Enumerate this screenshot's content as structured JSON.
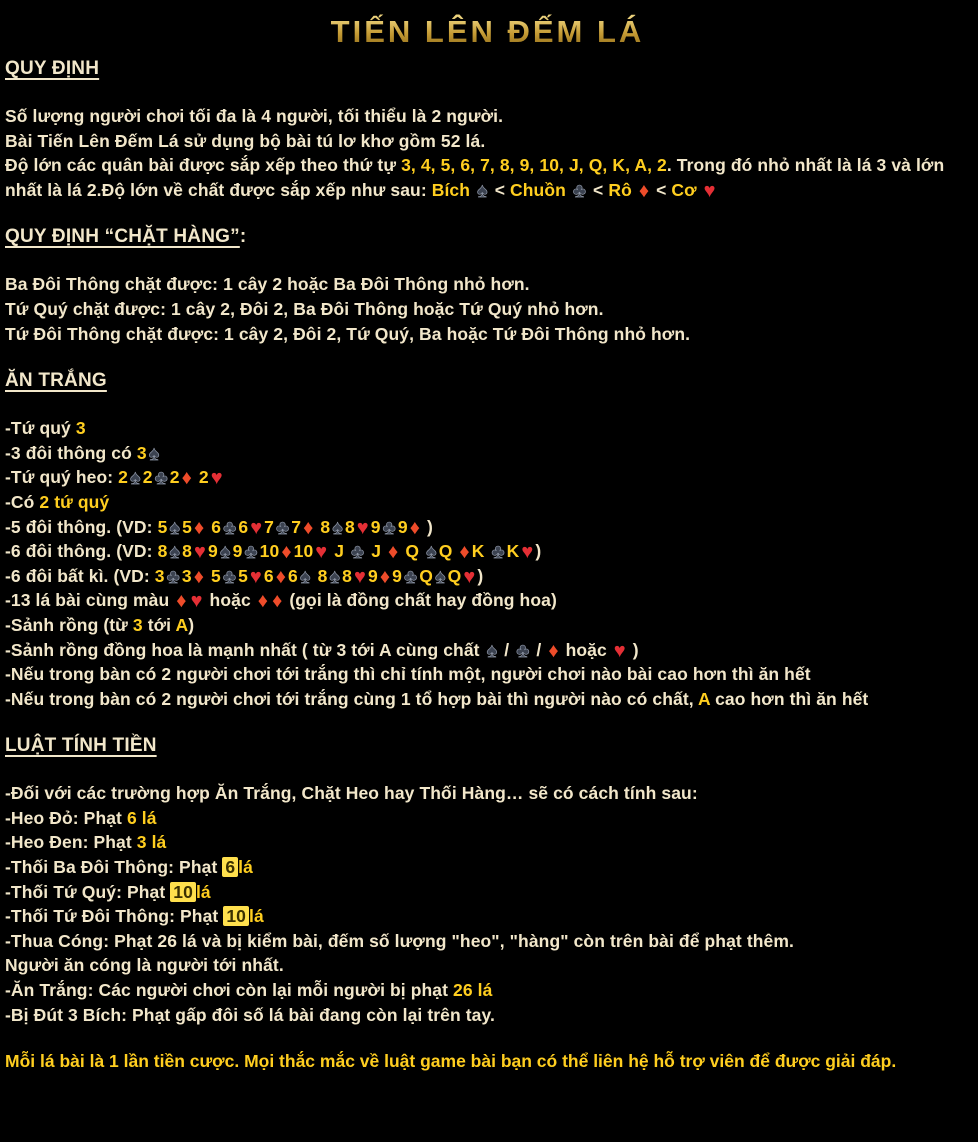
{
  "title": "TIẾN LÊN ĐẾM LÁ",
  "colors": {
    "background": "#000000",
    "body_text": "#f2e7ca",
    "accent_yellow": "#ffce1f",
    "title_gold": "#c9992b",
    "suit_red": "#e42f35",
    "suit_orange_red": "#ee4c2a",
    "suit_black": "#3b4250",
    "highlight_bg": "#ffe04d"
  },
  "icons": {
    "spade": "♠",
    "club": "♣",
    "heart": "♥",
    "diamond": "♦"
  },
  "sections": [
    {
      "id": "quy-dinh",
      "heading": "QUY ĐỊNH",
      "heading_suffix": "",
      "lines": [
        [
          {
            "t": "Số lượng người chơi tối đa là 4 người, tối thiểu là 2 người.",
            "s": "n"
          }
        ],
        [
          {
            "t": "Bài Tiến Lên Đếm Lá sử dụng bộ bài tú lơ khơ gồm 52 lá.",
            "s": "n"
          }
        ],
        [
          {
            "t": "Độ lớn các quân bài được sắp xếp theo thứ tự ",
            "s": "n"
          },
          {
            "t": "3, 4, 5, 6, 7, 8, 9, 10, J, Q, K, A, 2",
            "s": "y"
          },
          {
            "t": ". Trong đó nhỏ nhất là lá 3 và lớn nhất là lá 2.Độ lớn về chất được sắp xếp như sau: ",
            "s": "n"
          },
          {
            "t": "Bích ",
            "s": "y"
          },
          {
            "s": "spade"
          },
          {
            "t": " < ",
            "s": "n"
          },
          {
            "t": "Chuồn ",
            "s": "y"
          },
          {
            "s": "club"
          },
          {
            "t": " < ",
            "s": "n"
          },
          {
            "t": "Rô ",
            "s": "y"
          },
          {
            "s": "diamond"
          },
          {
            "t": " < ",
            "s": "n"
          },
          {
            "t": "Cơ ",
            "s": "y"
          },
          {
            "s": "heart"
          }
        ]
      ]
    },
    {
      "id": "chat-hang",
      "heading": "QUY ĐỊNH “CHẶT HÀNG”",
      "heading_suffix": ":",
      "lines": [
        [
          {
            "t": "Ba Đôi Thông chặt được: 1 cây 2 hoặc Ba Đôi Thông nhỏ hơn.",
            "s": "n"
          }
        ],
        [
          {
            "t": "Tứ Quý chặt được: 1 cây 2, Đôi 2, Ba Đôi Thông hoặc Tứ Quý nhỏ hơn.",
            "s": "n"
          }
        ],
        [
          {
            "t": "Tứ Đôi Thông chặt được: 1 cây 2, Đôi 2, Tứ Quý, Ba hoặc Tứ Đôi Thông nhỏ hơn.",
            "s": "n"
          }
        ]
      ]
    },
    {
      "id": "an-trang",
      "heading": "ĂN TRẮNG",
      "heading_suffix": "",
      "lines": [
        [
          {
            "t": "-Tứ quý ",
            "s": "n"
          },
          {
            "t": "3",
            "s": "y"
          }
        ],
        [
          {
            "t": "-3 đôi thông có ",
            "s": "n"
          },
          {
            "t": "3",
            "s": "y"
          },
          {
            "s": "spade"
          }
        ],
        [
          {
            "t": "-Tứ quý heo: ",
            "s": "n"
          },
          {
            "t": "2",
            "s": "y"
          },
          {
            "s": "spade"
          },
          {
            "t": "2",
            "s": "y"
          },
          {
            "s": "club"
          },
          {
            "t": "2",
            "s": "y"
          },
          {
            "s": "diamond"
          },
          {
            "t": " 2",
            "s": "y"
          },
          {
            "s": "heart"
          }
        ],
        [
          {
            "t": "-Có ",
            "s": "n"
          },
          {
            "t": "2 tứ quý",
            "s": "y"
          }
        ],
        [
          {
            "t": "-5 đôi thông. (VD: ",
            "s": "n"
          },
          {
            "t": "5",
            "s": "y"
          },
          {
            "s": "spade"
          },
          {
            "t": "5",
            "s": "y"
          },
          {
            "s": "diamond"
          },
          {
            "t": " 6",
            "s": "y"
          },
          {
            "s": "club"
          },
          {
            "t": "6",
            "s": "y"
          },
          {
            "s": "heart"
          },
          {
            "t": "7",
            "s": "y"
          },
          {
            "s": "club"
          },
          {
            "t": "7",
            "s": "y"
          },
          {
            "s": "diamond"
          },
          {
            "t": " 8",
            "s": "y"
          },
          {
            "s": "spade"
          },
          {
            "t": "8",
            "s": "y"
          },
          {
            "s": "heart"
          },
          {
            "t": "9",
            "s": "y"
          },
          {
            "s": "club"
          },
          {
            "t": "9",
            "s": "y"
          },
          {
            "s": "diamond"
          },
          {
            "t": " )",
            "s": "n"
          }
        ],
        [
          {
            "t": "-6 đôi thông. (VD: ",
            "s": "n"
          },
          {
            "t": "8",
            "s": "y"
          },
          {
            "s": "spade"
          },
          {
            "t": "8",
            "s": "y"
          },
          {
            "s": "heart"
          },
          {
            "t": "9",
            "s": "y"
          },
          {
            "s": "spade"
          },
          {
            "t": "9",
            "s": "y"
          },
          {
            "s": "club"
          },
          {
            "t": "10",
            "s": "y"
          },
          {
            "s": "diamond"
          },
          {
            "t": "10",
            "s": "y"
          },
          {
            "s": "heart"
          },
          {
            "t": " J ",
            "s": "y"
          },
          {
            "s": "club"
          },
          {
            "t": " J ",
            "s": "y"
          },
          {
            "s": "diamond"
          },
          {
            "t": " Q ",
            "s": "y"
          },
          {
            "s": "spade"
          },
          {
            "t": "Q ",
            "s": "y"
          },
          {
            "s": "diamond"
          },
          {
            "t": "K ",
            "s": "y"
          },
          {
            "s": "club"
          },
          {
            "t": "K",
            "s": "y"
          },
          {
            "s": "heart"
          },
          {
            "t": ")",
            "s": "n"
          }
        ],
        [
          {
            "t": "-6 đôi bất kì. (VD:  ",
            "s": "n"
          },
          {
            "t": "3",
            "s": "y"
          },
          {
            "s": "club"
          },
          {
            "t": "3",
            "s": "y"
          },
          {
            "s": "diamond"
          },
          {
            "t": " 5",
            "s": "y"
          },
          {
            "s": "club"
          },
          {
            "t": "5",
            "s": "y"
          },
          {
            "s": "heart"
          },
          {
            "t": "6",
            "s": "y"
          },
          {
            "s": "diamond"
          },
          {
            "t": "6",
            "s": "y"
          },
          {
            "s": "spade"
          },
          {
            "t": " 8",
            "s": "y"
          },
          {
            "s": "spade"
          },
          {
            "t": "8",
            "s": "y"
          },
          {
            "s": "heart"
          },
          {
            "t": "9",
            "s": "y"
          },
          {
            "s": "diamond"
          },
          {
            "t": "9",
            "s": "y"
          },
          {
            "s": "club"
          },
          {
            "t": "Q",
            "s": "y"
          },
          {
            "s": "spade"
          },
          {
            "t": "Q",
            "s": "y"
          },
          {
            "s": "heart"
          },
          {
            "t": ")",
            "s": "n"
          }
        ],
        [
          {
            "t": "-13 lá bài cùng màu ",
            "s": "n"
          },
          {
            "s": "diamond"
          },
          {
            "s": "heart"
          },
          {
            "t": " hoặc ",
            "s": "n"
          },
          {
            "s": "diamond"
          },
          {
            "s": "diamond"
          },
          {
            "t": " (gọi là đồng chất hay đồng hoa)",
            "s": "n"
          }
        ],
        [
          {
            "t": "-Sảnh rồng (từ ",
            "s": "n"
          },
          {
            "t": "3",
            "s": "y"
          },
          {
            "t": " tới ",
            "s": "n"
          },
          {
            "t": "A",
            "s": "y"
          },
          {
            "t": ")",
            "s": "n"
          }
        ],
        [
          {
            "t": "-Sảnh rồng đồng hoa là mạnh nhất ( từ 3 tới A cùng chất ",
            "s": "n"
          },
          {
            "s": "spade"
          },
          {
            "t": " / ",
            "s": "n"
          },
          {
            "s": "club"
          },
          {
            "t": "  / ",
            "s": "n"
          },
          {
            "s": "diamond"
          },
          {
            "t": "  hoặc  ",
            "s": "n"
          },
          {
            "s": "heart"
          },
          {
            "t": " )",
            "s": "n"
          }
        ],
        [
          {
            "t": "-Nếu trong bàn có 2 người chơi tới trắng thì chỉ tính một, người chơi nào bài cao hơn thì ăn hết",
            "s": "n"
          }
        ],
        [
          {
            "t": "-Nếu trong bàn có 2 người chơi tới trắng cùng 1 tổ hợp bài thì người nào có chất, ",
            "s": "n"
          },
          {
            "t": "A",
            "s": "y"
          },
          {
            "t": " cao hơn thì ăn hết",
            "s": "n"
          }
        ]
      ]
    },
    {
      "id": "luat-tinh-tien",
      "heading": "LUẬT TÍNH TIỀN",
      "heading_suffix": "",
      "lines": [
        [
          {
            "t": "-Đối với các trường hợp Ăn Trắng, Chặt Heo hay Thối Hàng… sẽ có cách tính sau:",
            "s": "n"
          }
        ],
        [
          {
            "t": "-Heo Đỏ: Phạt ",
            "s": "n"
          },
          {
            "t": "6 lá",
            "s": "y"
          }
        ],
        [
          {
            "t": "-Heo Đen: Phạt ",
            "s": "n"
          },
          {
            "t": "3 lá",
            "s": "y"
          }
        ],
        [
          {
            "t": "-Thối Ba Đôi Thông: Phạt ",
            "s": "n"
          },
          {
            "t": "6",
            "s": "hl"
          },
          {
            "t": "lá",
            "s": "y"
          }
        ],
        [
          {
            "t": "-Thối Tứ Quý: Phạt ",
            "s": "n"
          },
          {
            "t": "10",
            "s": "hl"
          },
          {
            "t": "lá",
            "s": "y"
          }
        ],
        [
          {
            "t": "-Thối Tứ Đôi Thông: Phạt ",
            "s": "n"
          },
          {
            "t": "10",
            "s": "hl"
          },
          {
            "t": "lá",
            "s": "y"
          }
        ],
        [
          {
            "t": "-Thua Cóng: Phạt 26 lá và bị kiểm bài, đếm số lượng \"heo\", \"hàng\" còn trên bài để phạt thêm.",
            "s": "n"
          }
        ],
        [
          {
            "t": "Người ăn cóng là người tới nhất.",
            "s": "n"
          }
        ],
        [
          {
            "t": "-Ăn Trắng: Các người chơi còn lại mỗi người bị phạt ",
            "s": "n"
          },
          {
            "t": "26 lá",
            "s": "y"
          }
        ],
        [
          {
            "t": "-Bị Đút 3 Bích: Phạt gấp đôi số lá bài đang còn lại trên tay.",
            "s": "n"
          }
        ]
      ]
    }
  ],
  "footer": "Mỗi lá bài là 1 lần tiền cược. Mọi thắc mắc về luật game bài bạn có thể liên hệ hỗ trợ viên để được giải đáp."
}
